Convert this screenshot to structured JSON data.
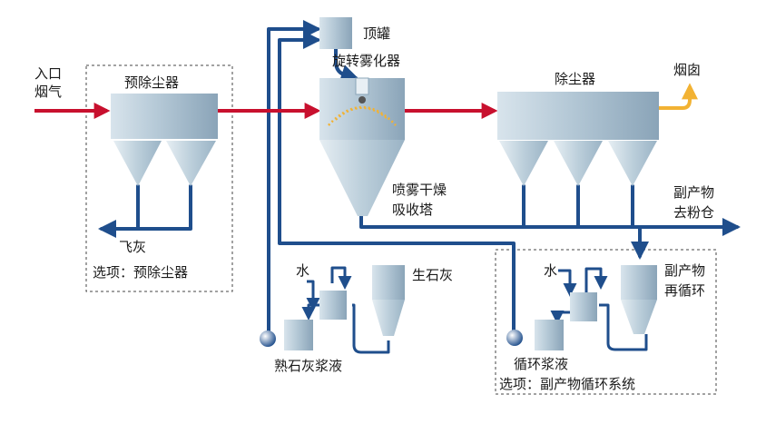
{
  "labels": {
    "inlet": [
      "入口",
      "烟气"
    ],
    "pre_collector": "预除尘器",
    "fly_ash": "飞灰",
    "option_pre": "选项：预除尘器",
    "top_tank": "顶罐",
    "atomizer": "旋转雾化器",
    "spray_tower": [
      "喷雾干燥",
      "吸收塔"
    ],
    "dust_collector": "除尘器",
    "stack": "烟囱",
    "byproduct_silo": [
      "副产物",
      "去粉仓"
    ],
    "water_left": "水",
    "quicklime": "生石灰",
    "slaked_lime": "熟石灰浆液",
    "water_right": "水",
    "byproduct_recycle": [
      "副产物",
      "再循环"
    ],
    "recycle_slurry": "循环浆液",
    "option_recycle": "选项：副产物循环系统"
  },
  "colors": {
    "flue_gas": "#c8102e",
    "clean_gas": "#f2b233",
    "slurry_pipe": "#1f4e8c",
    "vessel": "#b9ccd9"
  }
}
